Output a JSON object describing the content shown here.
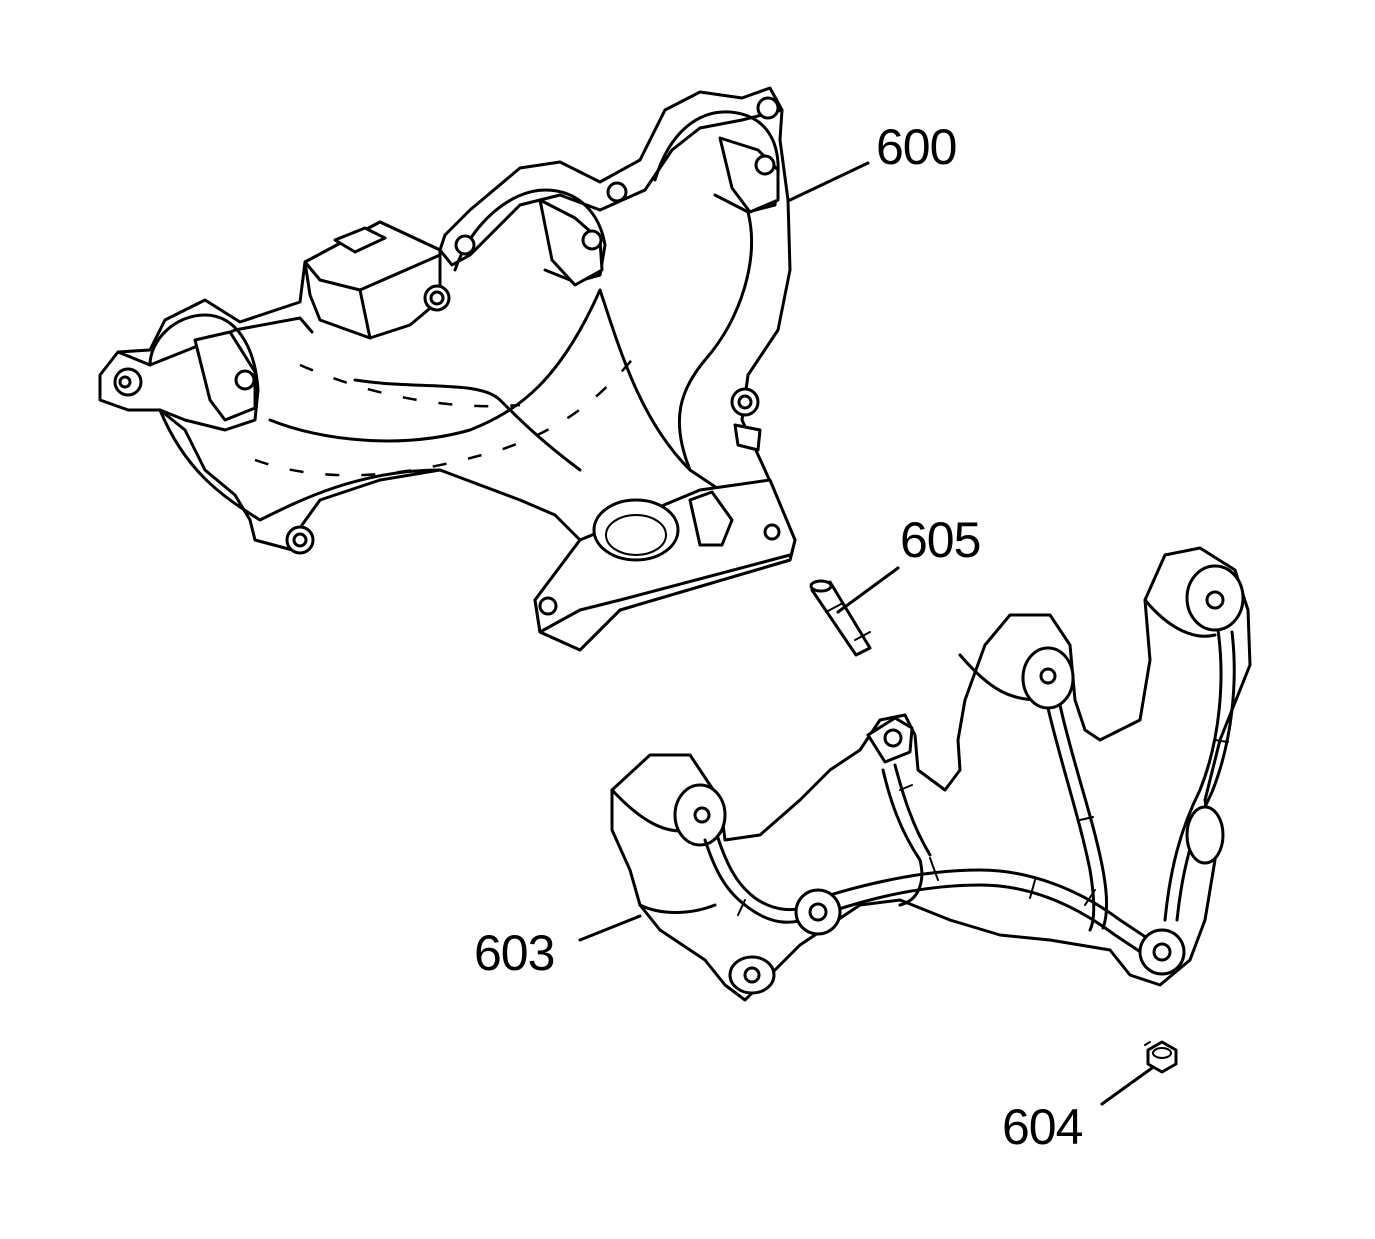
{
  "callouts": {
    "upper_manifold": "600",
    "stud": "605",
    "heat_shield": "603",
    "nut": "604"
  },
  "colors": {
    "line": "#000000",
    "background": "#ffffff"
  }
}
